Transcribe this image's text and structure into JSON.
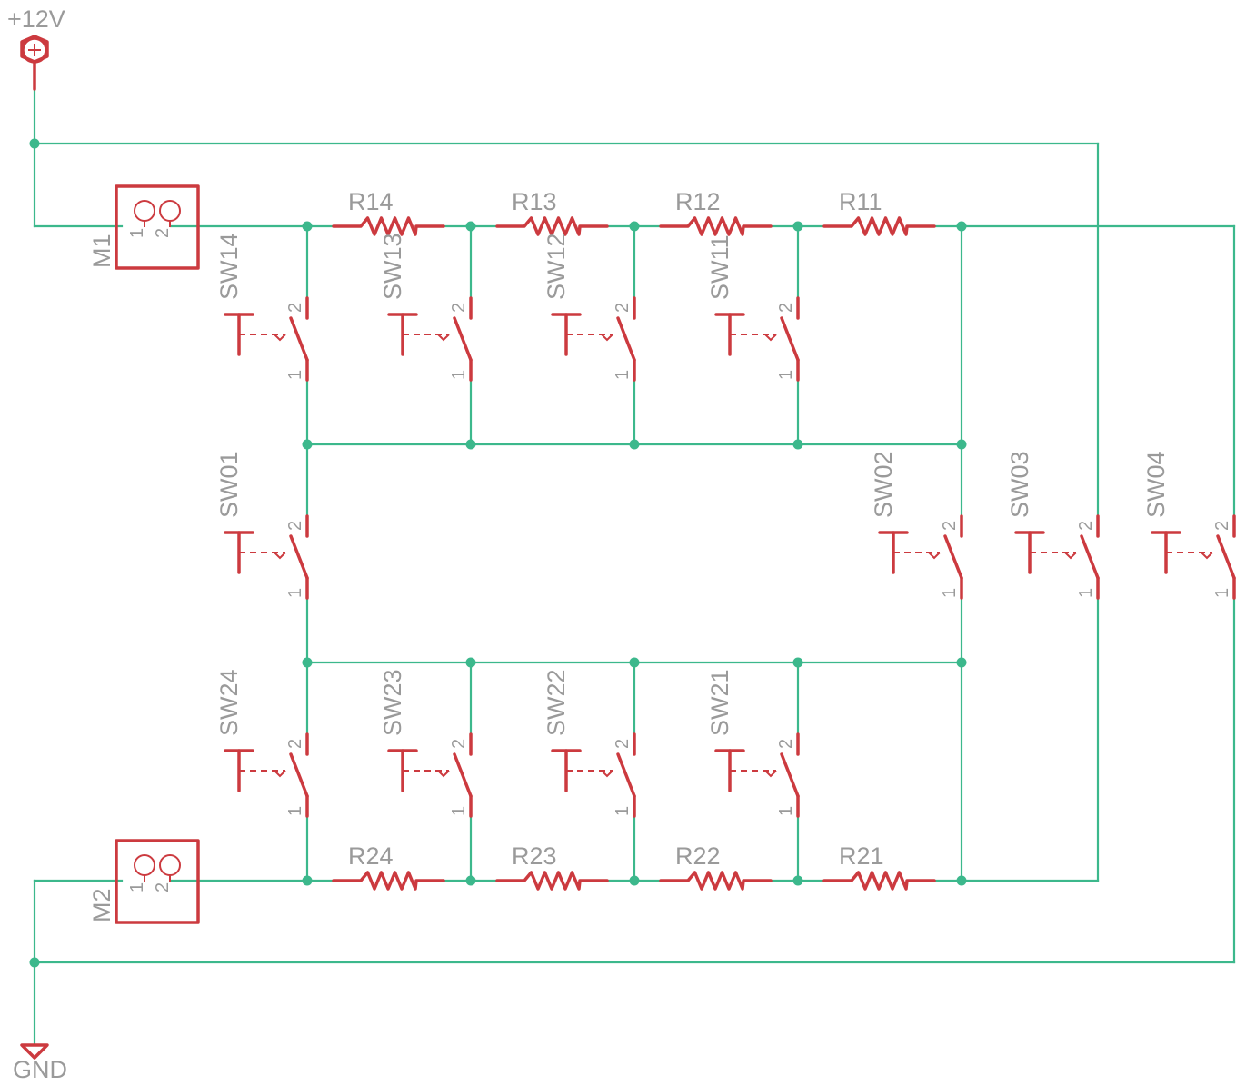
{
  "power": {
    "supply_label": "+12V",
    "ground_label": "GND"
  },
  "connectors": [
    {
      "id": "m1",
      "name": "M1",
      "pin1": "1",
      "pin2": "2"
    },
    {
      "id": "m2",
      "name": "M2",
      "pin1": "1",
      "pin2": "2"
    }
  ],
  "resistors": [
    {
      "id": "r14",
      "name": "R14"
    },
    {
      "id": "r13",
      "name": "R13"
    },
    {
      "id": "r12",
      "name": "R12"
    },
    {
      "id": "r11",
      "name": "R11"
    },
    {
      "id": "r24",
      "name": "R24"
    },
    {
      "id": "r23",
      "name": "R23"
    },
    {
      "id": "r22",
      "name": "R22"
    },
    {
      "id": "r21",
      "name": "R21"
    }
  ],
  "switches": [
    {
      "id": "sw14",
      "name": "SW14",
      "pin1": "1",
      "pin2": "2"
    },
    {
      "id": "sw13",
      "name": "SW13",
      "pin1": "1",
      "pin2": "2"
    },
    {
      "id": "sw12",
      "name": "SW12",
      "pin1": "1",
      "pin2": "2"
    },
    {
      "id": "sw11",
      "name": "SW11",
      "pin1": "1",
      "pin2": "2"
    },
    {
      "id": "sw01",
      "name": "SW01",
      "pin1": "1",
      "pin2": "2"
    },
    {
      "id": "sw02",
      "name": "SW02",
      "pin1": "1",
      "pin2": "2"
    },
    {
      "id": "sw03",
      "name": "SW03",
      "pin1": "1",
      "pin2": "2"
    },
    {
      "id": "sw04",
      "name": "SW04",
      "pin1": "1",
      "pin2": "2"
    },
    {
      "id": "sw24",
      "name": "SW24",
      "pin1": "1",
      "pin2": "2"
    },
    {
      "id": "sw23",
      "name": "SW23",
      "pin1": "1",
      "pin2": "2"
    },
    {
      "id": "sw22",
      "name": "SW22",
      "pin1": "1",
      "pin2": "2"
    },
    {
      "id": "sw21",
      "name": "SW21",
      "pin1": "1",
      "pin2": "2"
    }
  ],
  "colors": {
    "wire": "#3cb88c",
    "symbol": "#cc3a3f",
    "label": "#9a9a9a"
  }
}
